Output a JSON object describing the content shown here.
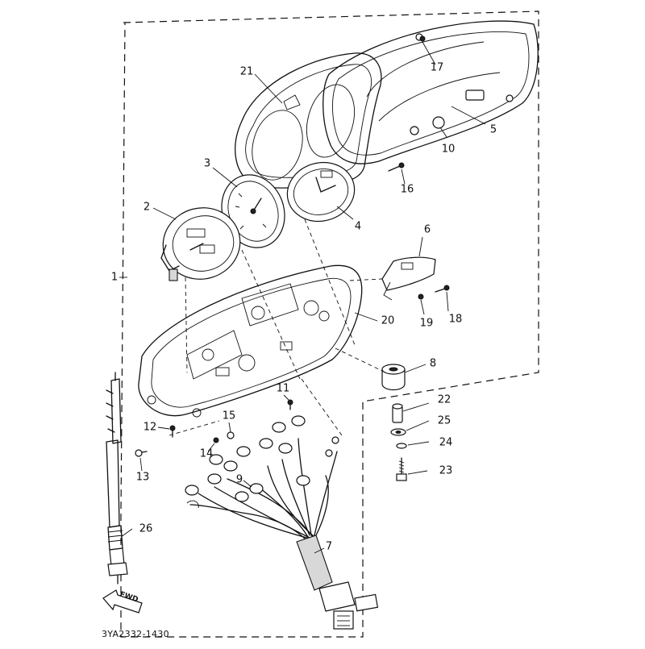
{
  "diagram": {
    "part_code": "3YA2332-1430",
    "direction_marker": "FWD",
    "callouts": [
      {
        "id": "c1",
        "text": "1"
      },
      {
        "id": "c2",
        "text": "2"
      },
      {
        "id": "c3",
        "text": "3"
      },
      {
        "id": "c4",
        "text": "4"
      },
      {
        "id": "c5",
        "text": "5"
      },
      {
        "id": "c6",
        "text": "6"
      },
      {
        "id": "c7",
        "text": "7"
      },
      {
        "id": "c8",
        "text": "8"
      },
      {
        "id": "c9",
        "text": "9"
      },
      {
        "id": "c10",
        "text": "10"
      },
      {
        "id": "c11",
        "text": "11"
      },
      {
        "id": "c12",
        "text": "12"
      },
      {
        "id": "c13",
        "text": "13"
      },
      {
        "id": "c14",
        "text": "14"
      },
      {
        "id": "c15",
        "text": "15"
      },
      {
        "id": "c16",
        "text": "16"
      },
      {
        "id": "c17",
        "text": "17"
      },
      {
        "id": "c18",
        "text": "18"
      },
      {
        "id": "c19",
        "text": "19"
      },
      {
        "id": "c20",
        "text": "20"
      },
      {
        "id": "c21",
        "text": "21"
      },
      {
        "id": "c22",
        "text": "22"
      },
      {
        "id": "c23",
        "text": "23"
      },
      {
        "id": "c24",
        "text": "24"
      },
      {
        "id": "c25",
        "text": "25"
      },
      {
        "id": "c26",
        "text": "26"
      }
    ]
  }
}
